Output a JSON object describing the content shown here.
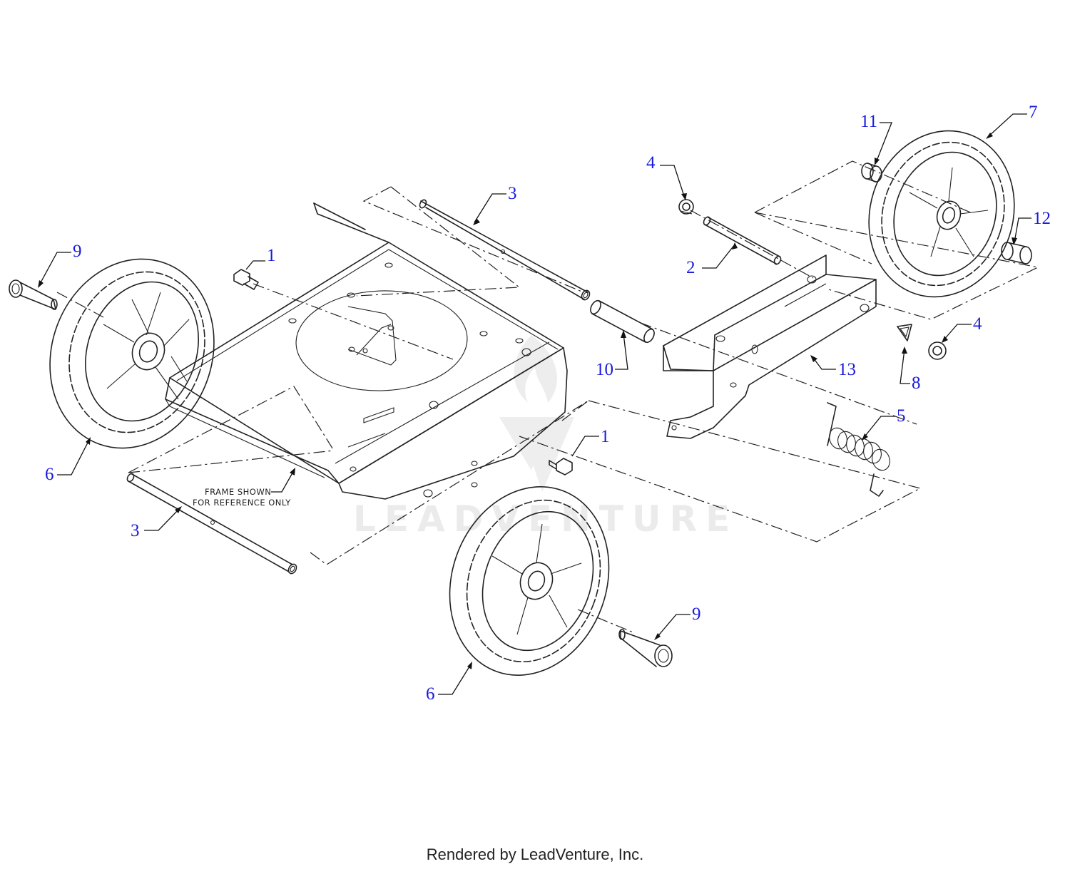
{
  "callouts": [
    {
      "label": "1"
    },
    {
      "label": "1"
    },
    {
      "label": "2"
    },
    {
      "label": "3"
    },
    {
      "label": "3"
    },
    {
      "label": "4"
    },
    {
      "label": "4"
    },
    {
      "label": "5"
    },
    {
      "label": "6"
    },
    {
      "label": "6"
    },
    {
      "label": "7"
    },
    {
      "label": "8"
    },
    {
      "label": "9"
    },
    {
      "label": "9"
    },
    {
      "label": "10"
    },
    {
      "label": "11"
    },
    {
      "label": "12"
    },
    {
      "label": "13"
    }
  ],
  "note": {
    "line1": "FRAME SHOWN",
    "line2": "FOR REFERENCE ONLY"
  },
  "watermark": "LEADVENTURE",
  "footer": "Rendered by LeadVenture, Inc.",
  "colors": {
    "callout": "#1a1adc",
    "line": "#222222",
    "watermark": "#e9e9e9"
  }
}
